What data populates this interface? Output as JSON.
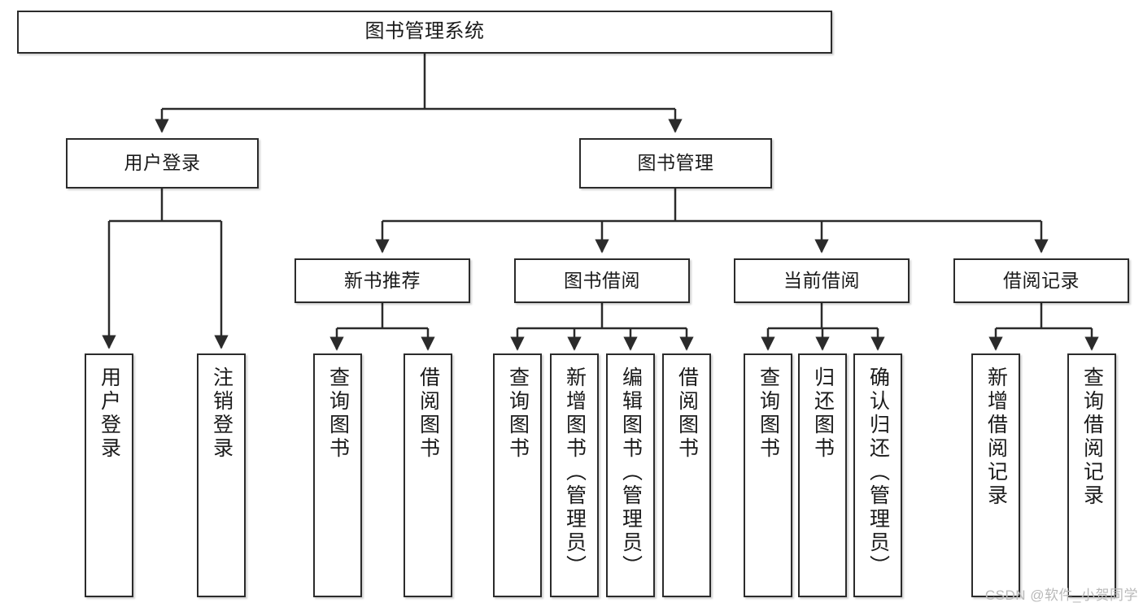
{
  "diagram": {
    "title": "图书管理系统",
    "type": "tree-hierarchy",
    "watermark": "CSDN @软件_小贺同学",
    "colors": {
      "box_border": "#2b2b2b",
      "box_fill": "#ffffff",
      "edge": "#2b2b2b",
      "text": "#1a1a1a",
      "watermark": "#b9b9b9"
    }
  },
  "nodes": {
    "root": {
      "label": "图书管理系统",
      "level": 0
    },
    "level1": [
      {
        "id": "user-login",
        "label": "用户登录"
      },
      {
        "id": "book-management",
        "label": "图书管理"
      }
    ],
    "level2": [
      {
        "id": "new-book-recommend",
        "label": "新书推荐",
        "parent": "book-management"
      },
      {
        "id": "book-borrow",
        "label": "图书借阅",
        "parent": "book-management"
      },
      {
        "id": "current-borrow",
        "label": "当前借阅",
        "parent": "book-management"
      },
      {
        "id": "borrow-record",
        "label": "借阅记录",
        "parent": "book-management"
      }
    ],
    "leaves": [
      {
        "id": "leaf-user-login",
        "label": "用户登录",
        "parent": "user-login"
      },
      {
        "id": "leaf-logout-login",
        "label": "注销登录",
        "parent": "user-login"
      },
      {
        "id": "leaf-query-book-1",
        "label": "查询图书",
        "parent": "new-book-recommend"
      },
      {
        "id": "leaf-borrow-book-1",
        "label": "借阅图书",
        "parent": "new-book-recommend"
      },
      {
        "id": "leaf-query-book-2",
        "label": "查询图书",
        "parent": "book-borrow"
      },
      {
        "id": "leaf-add-book",
        "label": "新增图书（管理员）",
        "parent": "book-borrow"
      },
      {
        "id": "leaf-edit-book",
        "label": "编辑图书（管理员）",
        "parent": "book-borrow"
      },
      {
        "id": "leaf-borrow-book-2",
        "label": "借阅图书",
        "parent": "book-borrow"
      },
      {
        "id": "leaf-query-book-3",
        "label": "查询图书",
        "parent": "current-borrow"
      },
      {
        "id": "leaf-return-book",
        "label": "归还图书",
        "parent": "current-borrow"
      },
      {
        "id": "leaf-confirm-return",
        "label": "确认归还（管理员）",
        "parent": "current-borrow"
      },
      {
        "id": "leaf-add-record",
        "label": "新增借阅记录",
        "parent": "borrow-record"
      },
      {
        "id": "leaf-query-record",
        "label": "查询借阅记录",
        "parent": "borrow-record"
      }
    ]
  }
}
